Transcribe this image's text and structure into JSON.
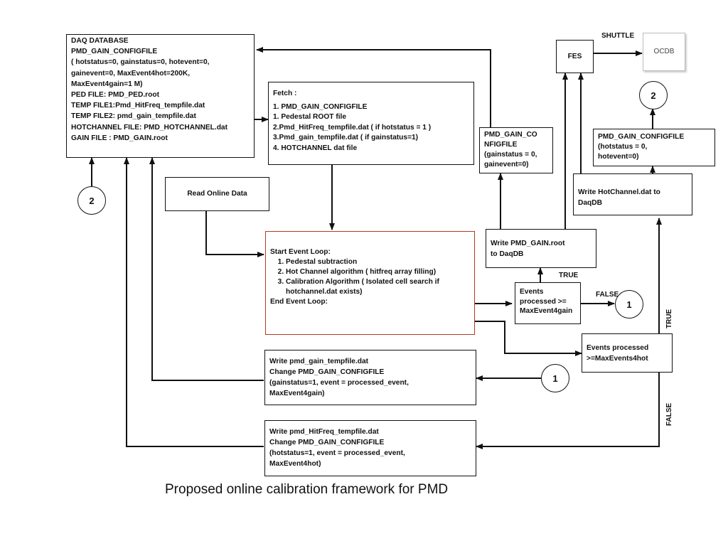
{
  "daq_database": {
    "lines": [
      "DAQ DATABASE",
      "PMD_GAIN_CONFIGFILE",
      "( hotstatus=0, gainstatus=0, hotevent=0,",
      "gainevent=0, MaxEvent4hot=200K,",
      "MaxEvent4gain=1 M)",
      "PED FILE: PMD_PED.root",
      "TEMP FILE1:Pmd_HitFreq_tempfile.dat",
      "TEMP FILE2: pmd_gain_tempfile.dat",
      "HOTCHANNEL FILE: PMD_HOTCHANNEL.dat",
      "GAIN FILE : PMD_GAIN.root"
    ]
  },
  "fetch": {
    "lines": [
      "Fetch :",
      "1. PMD_GAIN_CONFIGFILE",
      "1. Pedestal ROOT file",
      "2.Pmd_HitFreq_tempfile.dat ( if hotstatus = 1 )",
      "3.Pmd_gain_tempfile.dat ( if gainstatus=1)",
      "4. HOTCHANNEL dat file"
    ]
  },
  "read_online": {
    "label": "Read Online Data"
  },
  "event_loop": {
    "start": "Start Event Loop:",
    "steps": [
      "Pedestal subtraction",
      "Hot Channel algorithm ( hitfreq array filling)",
      "Calibration Algorithm ( Isolated cell search  if hotchannel.dat exists)"
    ],
    "end": "End Event Loop:"
  },
  "gain_config_mid": {
    "lines": [
      "PMD_GAIN_CO",
      "NFIGFILE",
      "(gainstatus = 0,",
      "gainevent=0)"
    ]
  },
  "write_gain_root": {
    "lines": [
      "Write PMD_GAIN.root",
      "to DaqDB"
    ]
  },
  "events_gain": {
    "lines": [
      "Events",
      "processed  >=",
      "MaxEvent4gain"
    ]
  },
  "fes": {
    "label": "FES"
  },
  "ocdb": {
    "label": "OCDB"
  },
  "shuttle": {
    "label": "SHUTTLE"
  },
  "gain_config_right": {
    "lines": [
      "PMD_GAIN_CONFIGFILE",
      "(hotstatus = 0,",
      "hotevent=0)"
    ]
  },
  "write_hotchannel": {
    "lines": [
      "Write HotChannel.dat to",
      "DaqDB"
    ]
  },
  "events_hot": {
    "lines": [
      "Events processed",
      ">=MaxEvents4hot"
    ]
  },
  "write_gain_temp": {
    "lines": [
      "Write pmd_gain_tempfile.dat",
      "Change PMD_GAIN_CONFIGFILE",
      "(gainstatus=1, event = processed_event,",
      "MaxEvent4gain)"
    ]
  },
  "write_hitfreq_temp": {
    "lines": [
      "Write pmd_HitFreq_tempfile.dat",
      "Change PMD_GAIN_CONFIGFILE",
      "(hotstatus=1, event = processed_event,",
      "MaxEvent4hot)"
    ]
  },
  "connectors": {
    "left_2": "2",
    "top_right_2": "2",
    "false_1": "1",
    "bottom_1": "1"
  },
  "labels": {
    "true_gain": "TRUE",
    "false_gain": "FALSE",
    "true_hot": "TRUE",
    "false_hot": "FALSE"
  },
  "caption": "Proposed online calibration framework for PMD"
}
